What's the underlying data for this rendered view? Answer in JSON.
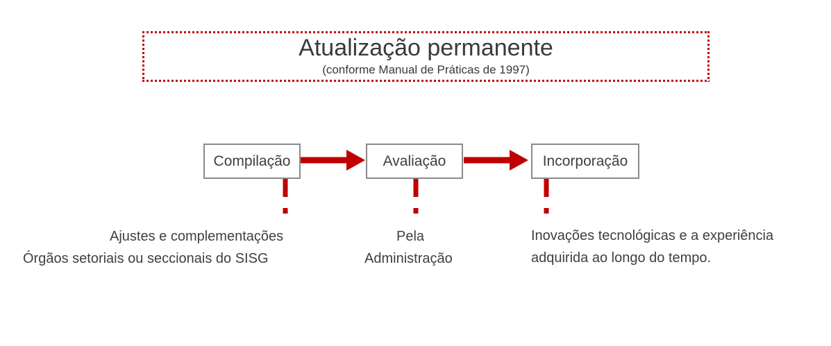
{
  "header": {
    "title": "Atualização permanente",
    "subtitle": "(conforme Manual de Práticas de 1997)"
  },
  "flow": {
    "steps": [
      {
        "label": "Compilação"
      },
      {
        "label": "Avaliação"
      },
      {
        "label": "Incorporação"
      }
    ]
  },
  "notes": {
    "compilacao": {
      "line1": "Ajustes e complementações",
      "line2": "Órgãos setoriais ou seccionais do SISG"
    },
    "avaliacao": {
      "line1": "Pela",
      "line2": "Administração"
    },
    "incorporacao": {
      "line1": "Inovações tecnológicas e a experiência",
      "line2": "adquirida ao longo do tempo."
    }
  },
  "icons": {
    "flow_arrow": "right-arrow",
    "connector": "dashed-vertical-line"
  },
  "colors": {
    "accent_red": "#c00000",
    "box_border_gray": "#8a8a8a",
    "text_gray": "#3f3f3f",
    "background": "#ffffff"
  }
}
